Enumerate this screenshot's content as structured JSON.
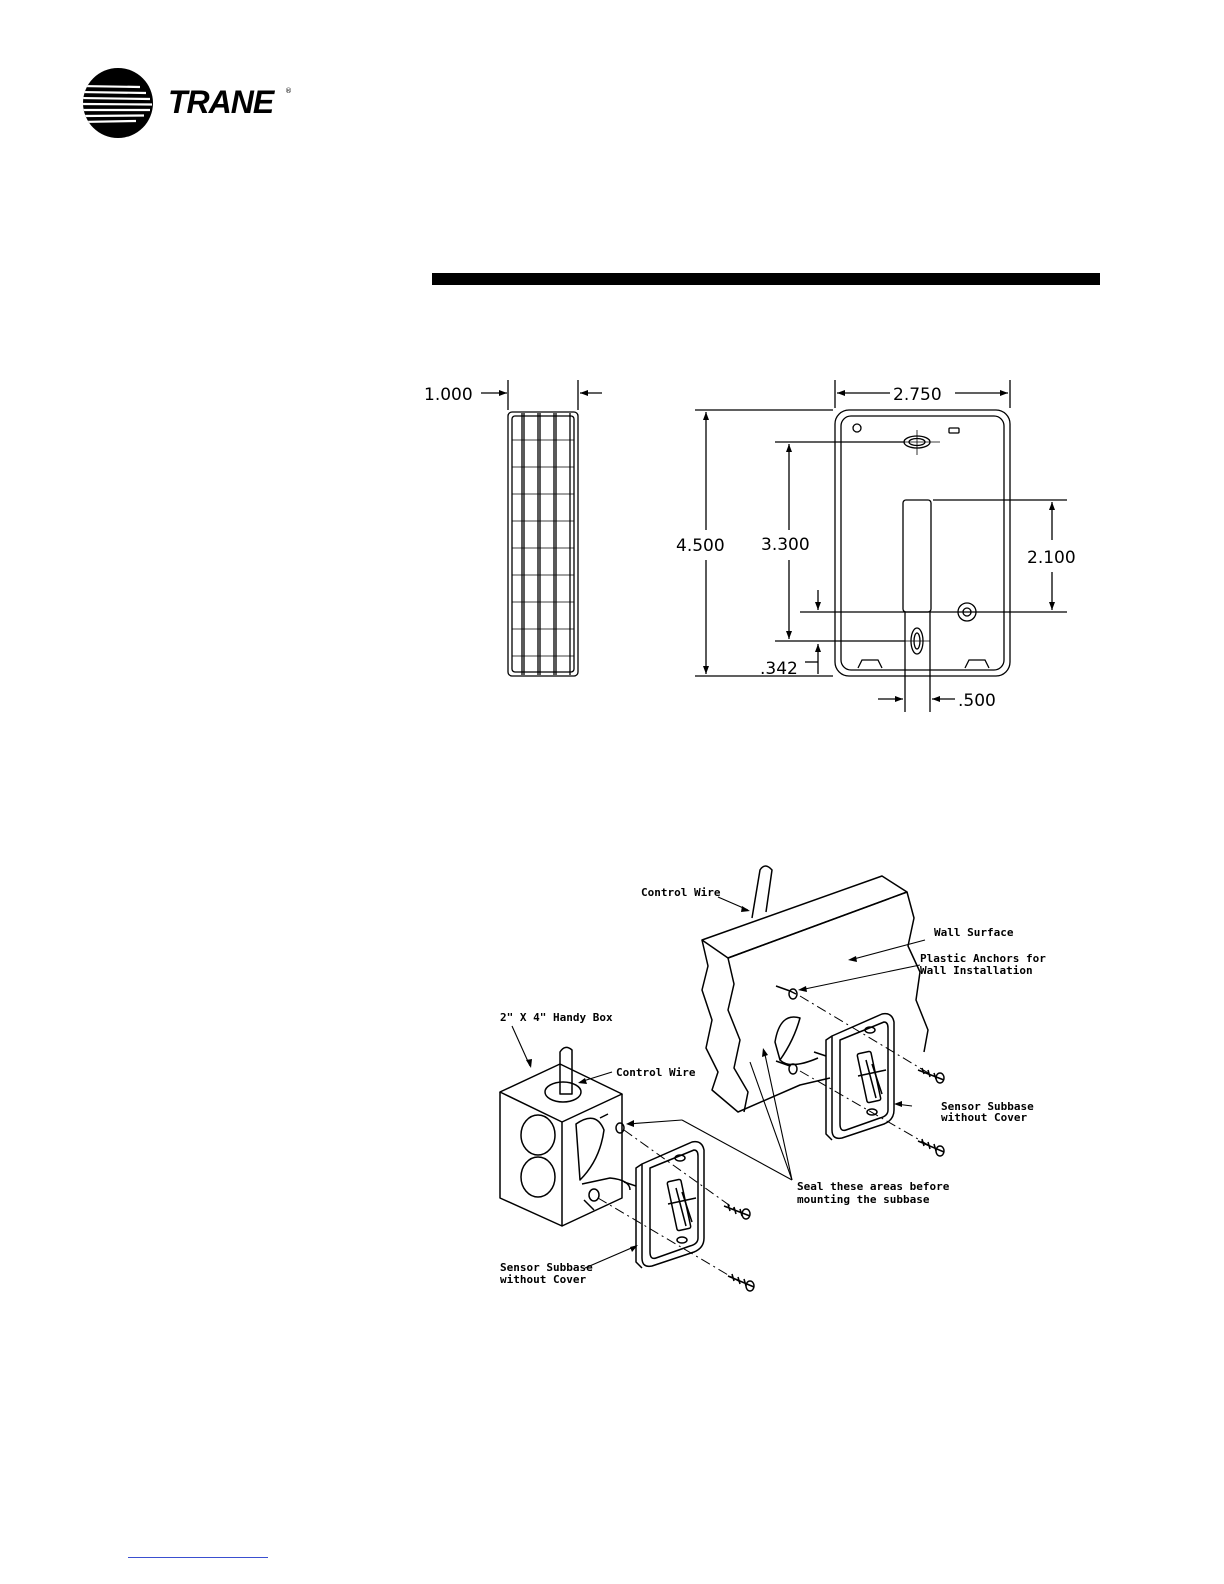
{
  "brand": {
    "name": "TRANE",
    "reg_mark": "®"
  },
  "dimensions": {
    "depth": "1.000",
    "width": "2.750",
    "height": "4.500",
    "hole_spacing": "3.300",
    "slot_length": "2.100",
    "offset_bottom": ".342",
    "slot_width": ".500"
  },
  "install_labels": {
    "control_wire_wall": "Control Wire",
    "wall_surface": "Wall Surface",
    "plastic_anchors_1": "Plastic Anchors for",
    "plastic_anchors_2": "Wall Installation",
    "handy_box": "2\" X 4\" Handy Box",
    "control_wire_box": "Control Wire",
    "subbase_right_1": "Sensor Subbase",
    "subbase_right_2": "without Cover",
    "seal_1": "Seal these areas before",
    "seal_2": "mounting the subbase",
    "subbase_left_1": "Sensor Subbase",
    "subbase_left_2": "without Cover"
  },
  "colors": {
    "ink": "#000000",
    "footer_line": "#3a4fd0"
  }
}
